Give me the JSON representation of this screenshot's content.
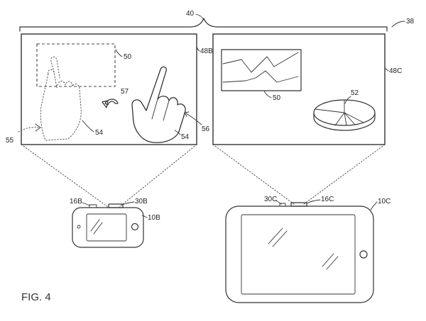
{
  "figure": {
    "caption": "FIG. 4",
    "labels": {
      "system": "40",
      "system_alt": "38",
      "display_left": "48B",
      "display_right": "48C",
      "region_left": "50",
      "region_right": "50",
      "gesture": "57",
      "hand_moving": "54",
      "hand_pointing": "54",
      "motion_path": "55",
      "arrow_in": "56",
      "pie_chart": "52",
      "phone_port": "16B",
      "phone_camera": "30B",
      "phone": "10B",
      "tablet_camera": "30C",
      "tablet_port": "16C",
      "tablet": "10C"
    }
  }
}
